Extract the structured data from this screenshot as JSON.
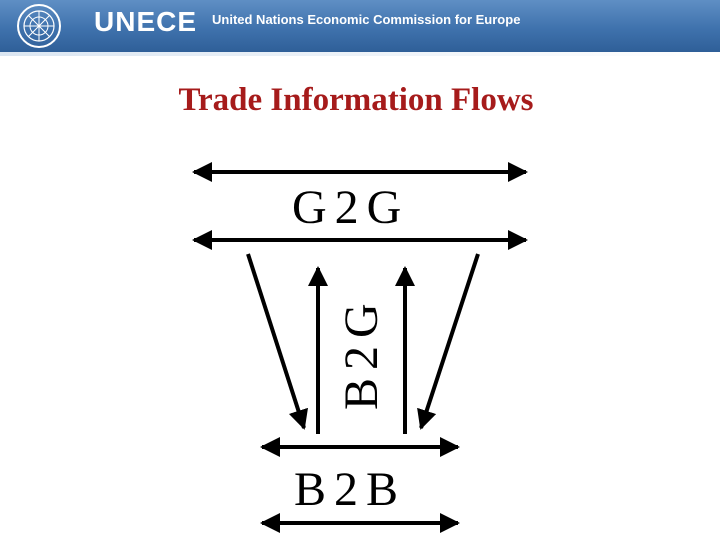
{
  "header": {
    "brand": "UNECE",
    "subtitle": "United Nations Economic Commission for Europe",
    "emblem_icon": "un-emblem-icon",
    "bar_color": "#3f72ad"
  },
  "title": "Trade Information Flows",
  "title_color": "#a61b1b",
  "diagram": {
    "labels": {
      "g2g": "G2G",
      "b2g": "B2G",
      "b2b": "B2B"
    }
  }
}
